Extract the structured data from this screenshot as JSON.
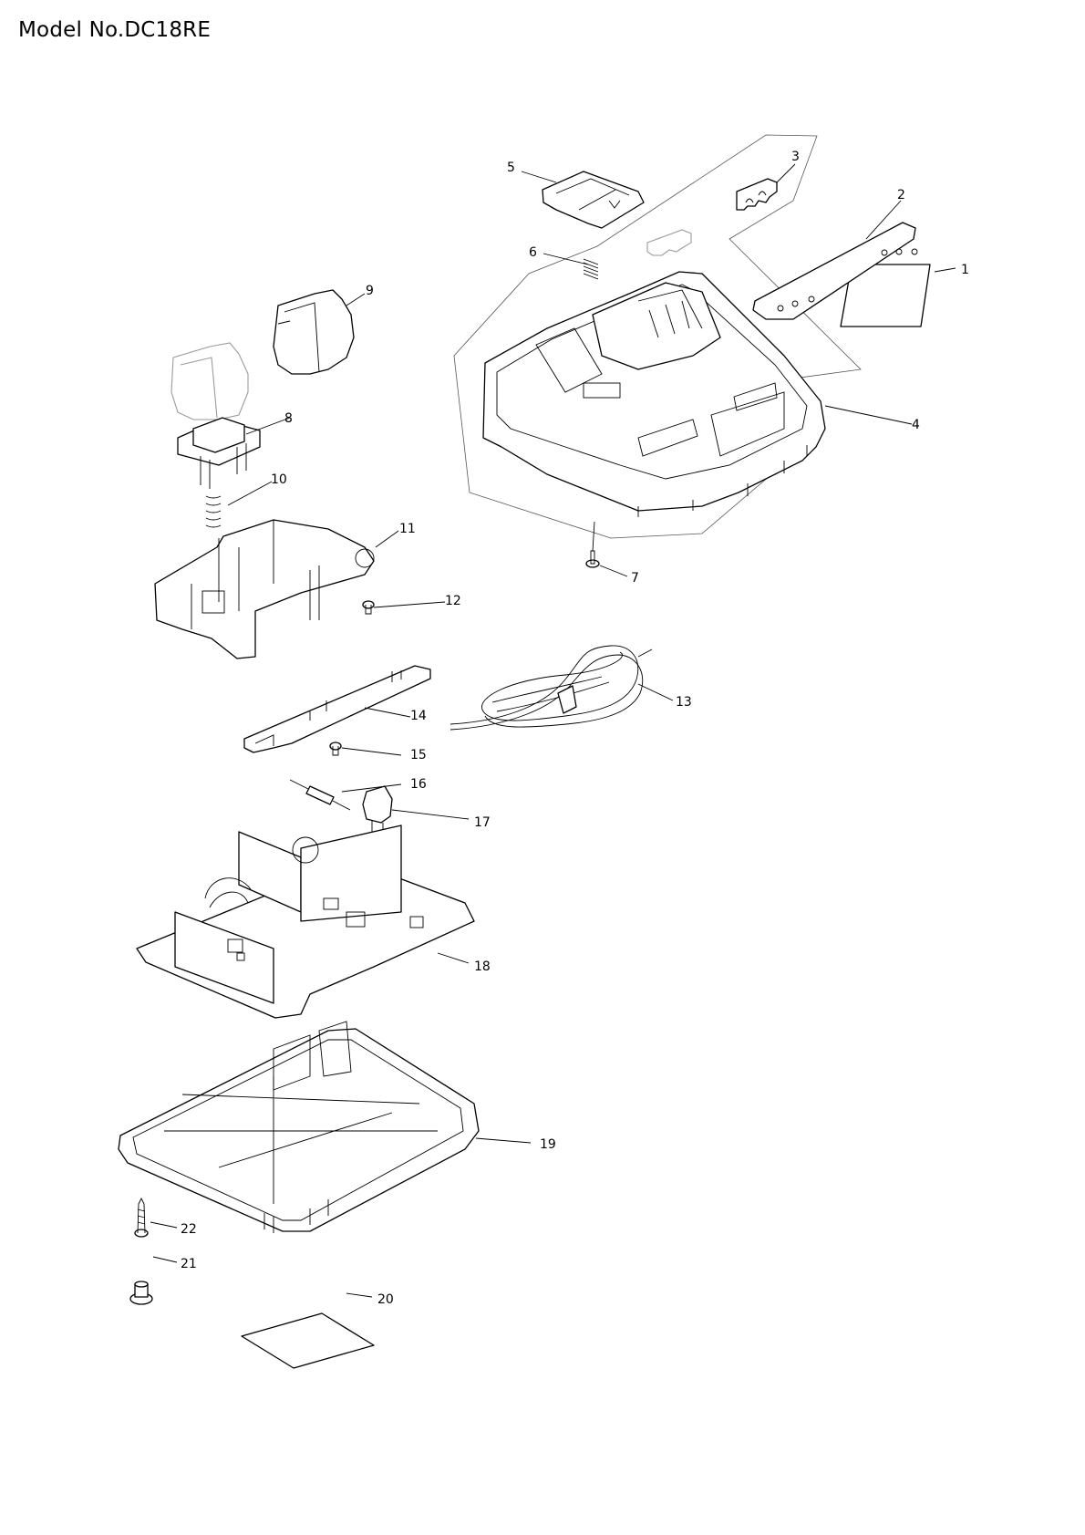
{
  "header": {
    "title": "Model No.DC18RE"
  },
  "callouts": [
    {
      "id": "1",
      "label": "1"
    },
    {
      "id": "2",
      "label": "2"
    },
    {
      "id": "3",
      "label": "3"
    },
    {
      "id": "4",
      "label": "4"
    },
    {
      "id": "5",
      "label": "5"
    },
    {
      "id": "6",
      "label": "6"
    },
    {
      "id": "7",
      "label": "7"
    },
    {
      "id": "8",
      "label": "8"
    },
    {
      "id": "9",
      "label": "9"
    },
    {
      "id": "10",
      "label": "10"
    },
    {
      "id": "11",
      "label": "11"
    },
    {
      "id": "12",
      "label": "12"
    },
    {
      "id": "13",
      "label": "13"
    },
    {
      "id": "14",
      "label": "14"
    },
    {
      "id": "15",
      "label": "15"
    },
    {
      "id": "16",
      "label": "16"
    },
    {
      "id": "17",
      "label": "17"
    },
    {
      "id": "18",
      "label": "18"
    },
    {
      "id": "19",
      "label": "19"
    },
    {
      "id": "20",
      "label": "20"
    },
    {
      "id": "21",
      "label": "21"
    },
    {
      "id": "22",
      "label": "22"
    }
  ]
}
